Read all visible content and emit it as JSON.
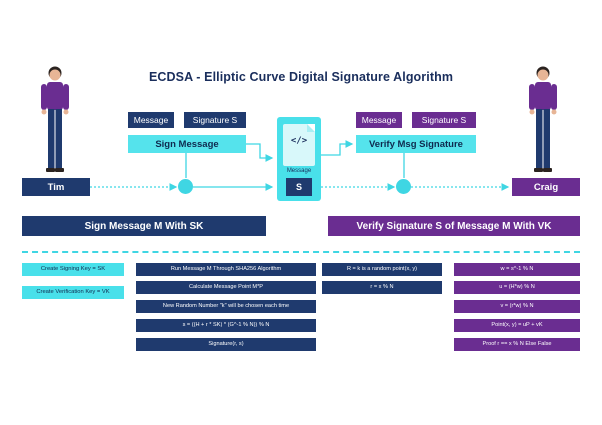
{
  "title": "ECDSA - Elliptic Curve Digital Signature Algorithm",
  "people": {
    "left": "Tim",
    "right": "Craig"
  },
  "sign": {
    "inputs": [
      "Message",
      "Signature S"
    ],
    "action": "Sign Message",
    "bar": "Sign Message M With SK"
  },
  "verify": {
    "inputs": [
      "Message",
      "Signature S"
    ],
    "action": "Verify Msg Signature",
    "bar": "Verify Signature S of Message M With VK"
  },
  "document": {
    "code": "</>",
    "label": "Message",
    "signature": "S"
  },
  "key_steps": [
    "Create Signing Key = SK",
    "Create Verification Key = VK"
  ],
  "sign_steps": [
    "Run Message M Through SHA256 Algorithm",
    "Calculate Message Point M*P",
    "New Random Number \"k\" will be chosen each time",
    "s = ((H + r * SK) * (G^-1 % N)) % N",
    "Signature(r, s)"
  ],
  "random_steps": [
    "R = k is a random point(x, y)",
    "r = x % N"
  ],
  "verify_steps": [
    "w = s^-1 % N",
    "u = (H*w) % N",
    "v = (r*w) % N",
    "Point(x, y) = uP + vK",
    "Proof r == x % N Else False"
  ],
  "colors": {
    "navy": "#1f3a6e",
    "purple": "#6a2d91",
    "cyan": "#49e0ea",
    "title": "#1a2e5c"
  },
  "icons": [
    "person-icon",
    "code-document-icon",
    "flow-node-icon",
    "arrow-icon"
  ]
}
